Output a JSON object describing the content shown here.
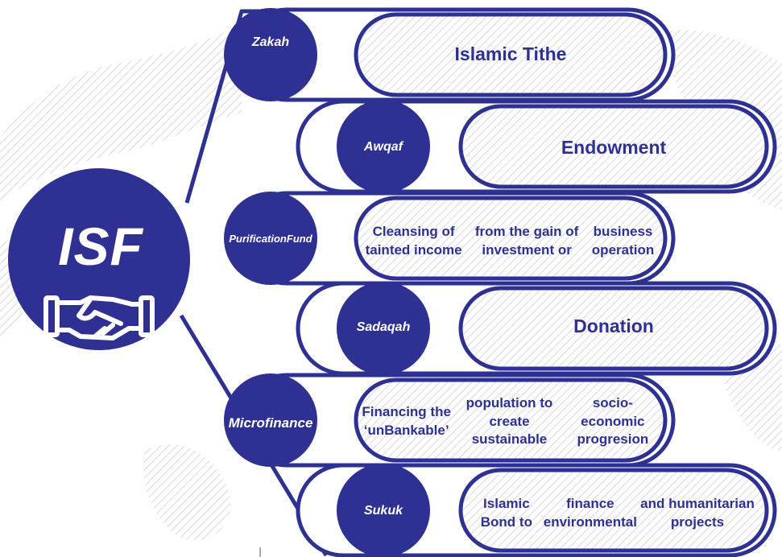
{
  "center": {
    "title": "ISF",
    "icon": "handshake-icon"
  },
  "colors": {
    "navy": "#2e3192",
    "hatch": "#e7e7ea",
    "white": "#ffffff"
  },
  "items": [
    {
      "category": "Zakah",
      "description": "Islamic Tithe"
    },
    {
      "category": "Awqaf",
      "description": "Endowment"
    },
    {
      "category": "Purification Fund",
      "description": "Cleansing of tainted income from the gain of investment or business operation"
    },
    {
      "category": "Sadaqah",
      "description": "Donation"
    },
    {
      "category": "Micro finance",
      "description": "Financing the ‘unBankable’ population to create sustainable socio-economic progresion"
    },
    {
      "category": "Sukuk",
      "description": "Islamic Bond to finance environmental and humanitarian projects"
    }
  ]
}
